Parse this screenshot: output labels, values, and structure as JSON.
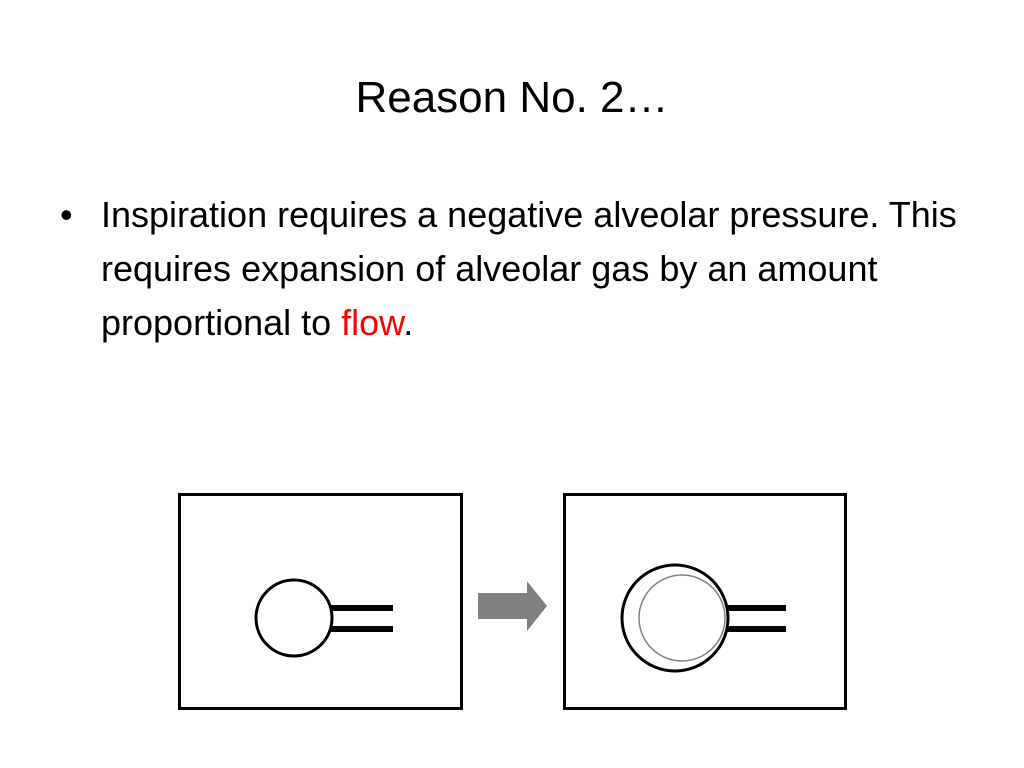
{
  "slide": {
    "title": "Reason No. 2…",
    "bullet": {
      "marker": "•",
      "text_before": "Inspiration requires a negative alveolar pressure. This requires expansion of alveolar gas by an amount proportional to ",
      "highlight": "flow",
      "text_after": ".",
      "highlight_color": "#ff0000"
    }
  },
  "diagram": {
    "arrow_color": "#808080",
    "line_color": "#000000",
    "expansion_outline_color": "#808080",
    "icons": [
      "alveolus-icon",
      "airway-icon",
      "arrow-right-icon",
      "expanded-alveolus-icon"
    ]
  }
}
